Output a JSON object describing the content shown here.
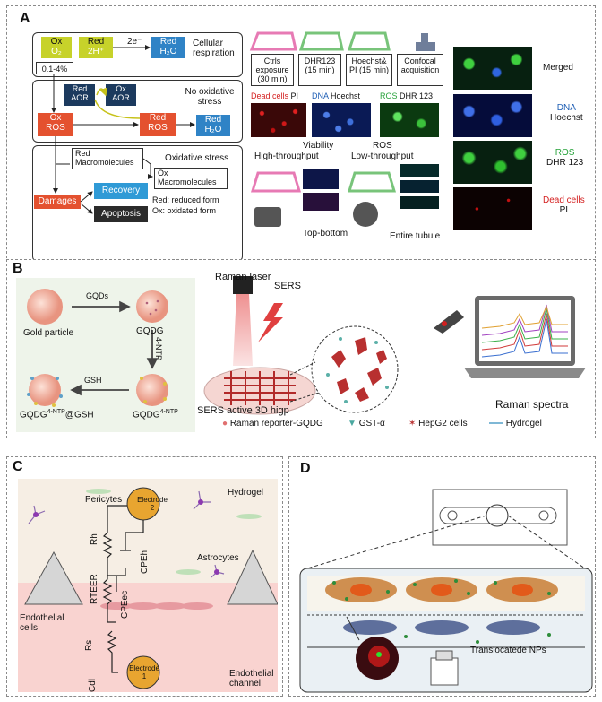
{
  "panelA": {
    "label": "A",
    "respiration": {
      "ox": "Ox",
      "o2": "O₂",
      "red": "Red",
      "twoH": "2H⁺",
      "twoE": "2e⁻",
      "redH2O": "Red",
      "h2o": "H₂O",
      "title": "Cellular respiration",
      "percent": "0.1-4%"
    },
    "noStress": {
      "redAor": "Red",
      "aor1": "AOR",
      "oxAor": "Ox",
      "aor2": "AOR",
      "oxRos": "Ox",
      "ros1": "ROS",
      "redRos": "Red",
      "ros2": "ROS",
      "redH2O": "Red",
      "h2o": "H₂O",
      "title": "No oxidative stress"
    },
    "stress": {
      "redMacro": "Red",
      "macro1": "Macromolecules",
      "title": "Oxidative stress",
      "oxMacro": "Ox",
      "macro2": "Macromolecules",
      "damages": "Damages",
      "recovery": "Recovery",
      "apoptosis": "Apoptosis",
      "legendRed": "Red: reduced form",
      "legendOx": "Ox: oxidated form"
    },
    "steps": [
      "Ctrls exposure (30 min)",
      "DHR123 (15 min)",
      "Hoechst& PI (15 min)",
      "Confocal acquisition"
    ],
    "stains": [
      {
        "name": "Dead cells",
        "dye": "PI",
        "color": "#d42020"
      },
      {
        "name": "DNA",
        "dye": "Hoechst",
        "color": "#1f5fb5"
      },
      {
        "name": "ROS",
        "dye": "DHR 123",
        "color": "#26a23a"
      }
    ],
    "viability": "Viability",
    "highThroughput": "High-throughput",
    "ros": "ROS",
    "lowThroughput": "Low-throughput",
    "topBottom": "Top-bottom",
    "entireTubule": "Entire tubule",
    "merged": "Merged",
    "micro": [
      {
        "line1": "DNA",
        "line2": "Hoechst",
        "color": "#1f5fb5"
      },
      {
        "line1": "ROS",
        "line2": "DHR 123",
        "color": "#26a23a"
      },
      {
        "line1": "Dead cells",
        "line2": "PI",
        "color": "#d42020"
      }
    ]
  },
  "panelB": {
    "label": "B",
    "goldParticle": "Gold particle",
    "gqds": "GQDs",
    "gqdg": "GQDG",
    "ntp": "4-NTP",
    "gqdgNtp": "GQDG",
    "sup1": "4-NTP",
    "gsh": "GSH",
    "gqdgNtpGsh1": "GQDG",
    "sup2": "4-NTP",
    "gqdgNtpGsh2": "@GSH",
    "ramanLaser": "Raman laser",
    "sers": "SERS",
    "sersActive": "SERS active 3D higp",
    "ramanSpectra": "Raman spectra",
    "legend": [
      "Raman reporter-GQDG",
      "GST-α",
      "HepG2 cells",
      "Hydrogel"
    ]
  },
  "panelC": {
    "label": "C",
    "hydrogel": "Hydrogel",
    "pericytes": "Pericytes",
    "electrode2a": "Electrode",
    "electrode2b": "2",
    "rh": "Rh",
    "cpeh": "CPEh",
    "astrocytes": "Astrocytes",
    "rteer": "RTEER",
    "cpeec": "CPEec",
    "endoCells1": "Endothelial",
    "endoCells2": "cells",
    "rs": "Rs",
    "cdl": "Cdl",
    "electrode1a": "Electrode",
    "electrode1b": "1",
    "endoChannel1": "Endothelial",
    "endoChannel2": "channel"
  },
  "panelD": {
    "label": "D",
    "nps": "Transiocatede NPs"
  }
}
